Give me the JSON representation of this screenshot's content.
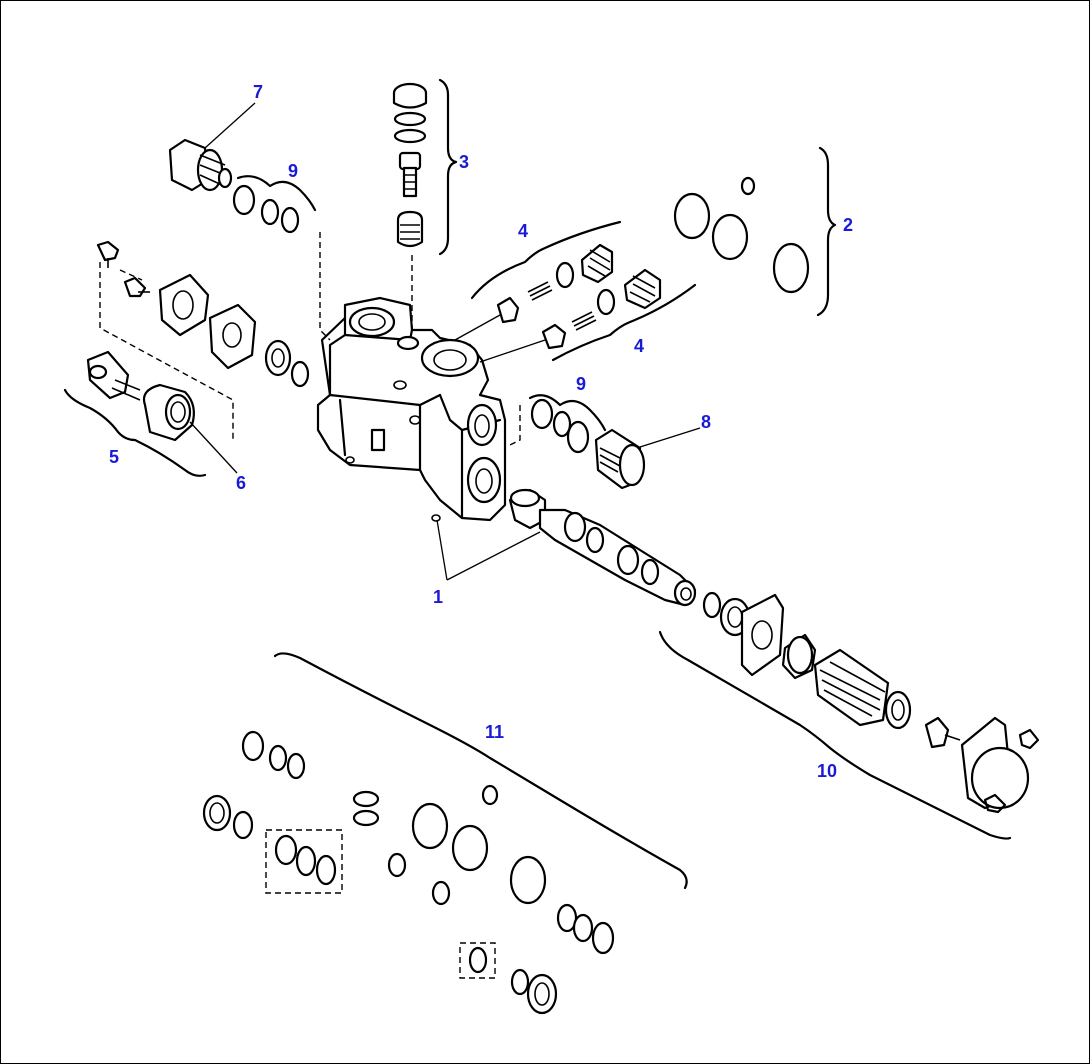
{
  "callouts": {
    "c1": "1",
    "c2": "2",
    "c3": "3",
    "c4a": "4",
    "c4b": "4",
    "c5": "5",
    "c6": "6",
    "c7": "7",
    "c8": "8",
    "c9a": "9",
    "c9b": "9",
    "c10": "10",
    "c11": "11"
  },
  "colors": {
    "callout_text": "#1a1ad6",
    "line_art": "#000000",
    "background": "#ffffff"
  }
}
